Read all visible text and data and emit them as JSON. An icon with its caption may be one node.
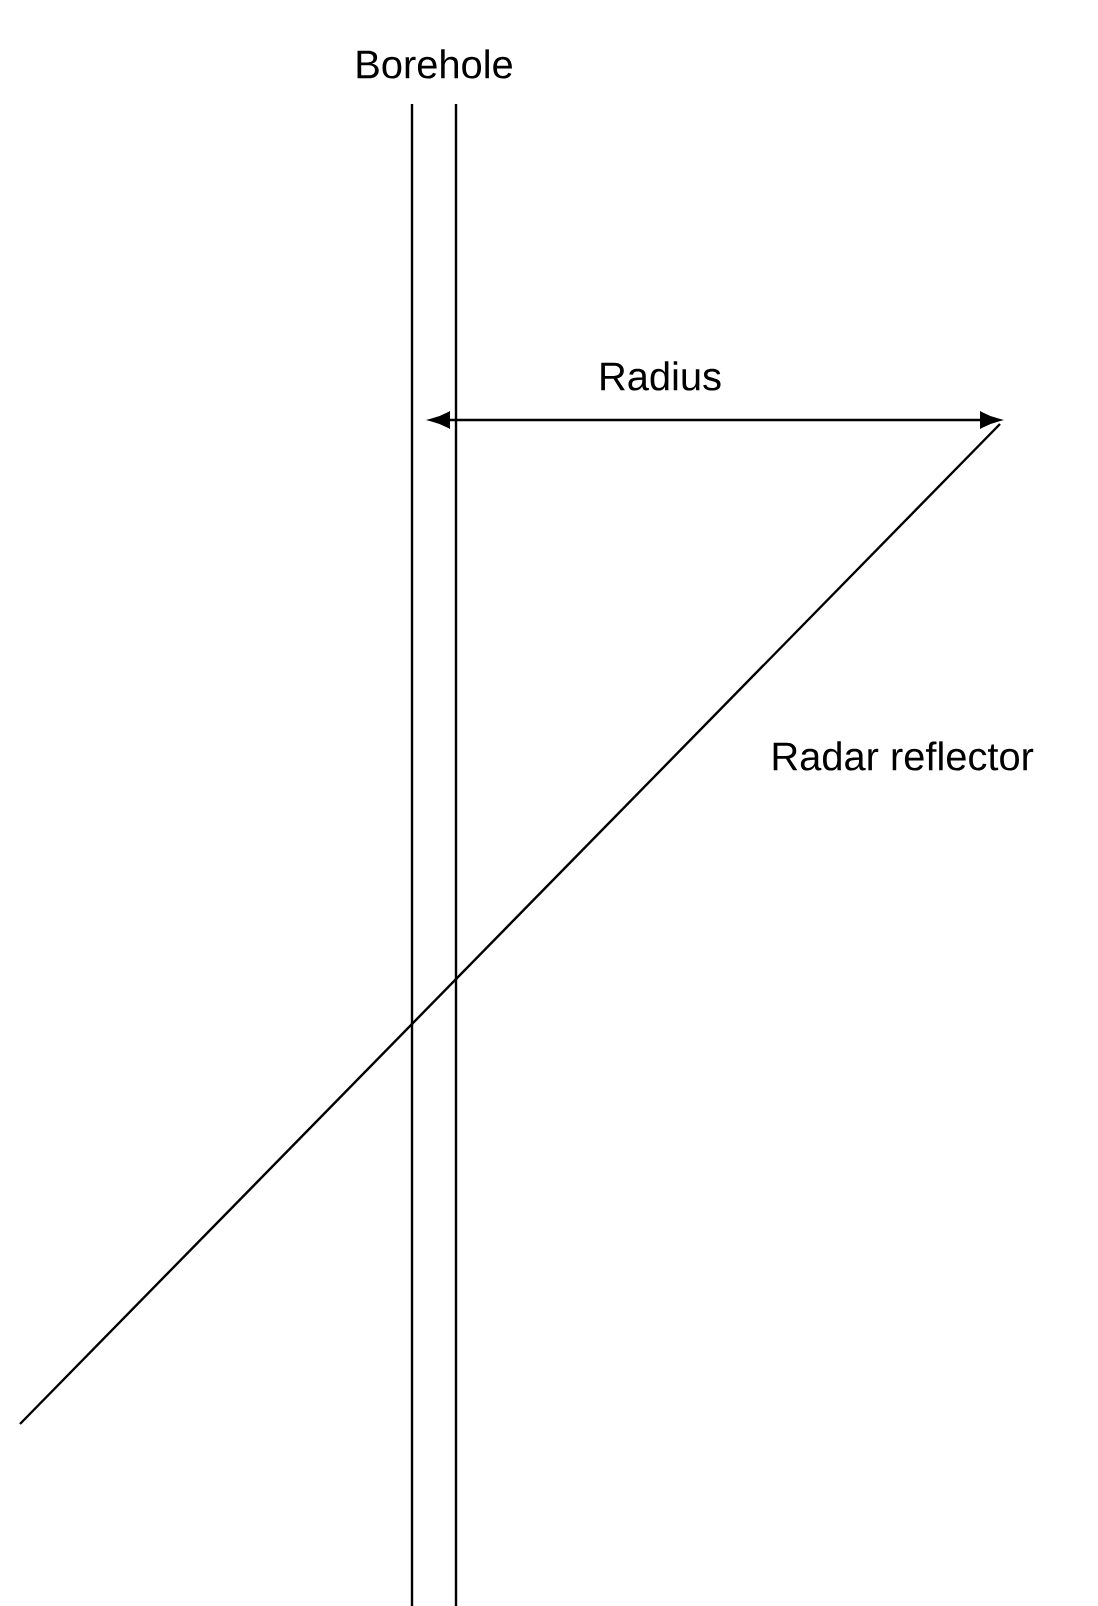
{
  "diagram": {
    "labels": [
      "Borehole",
      "Radius",
      "Radar reflector"
    ]
  }
}
